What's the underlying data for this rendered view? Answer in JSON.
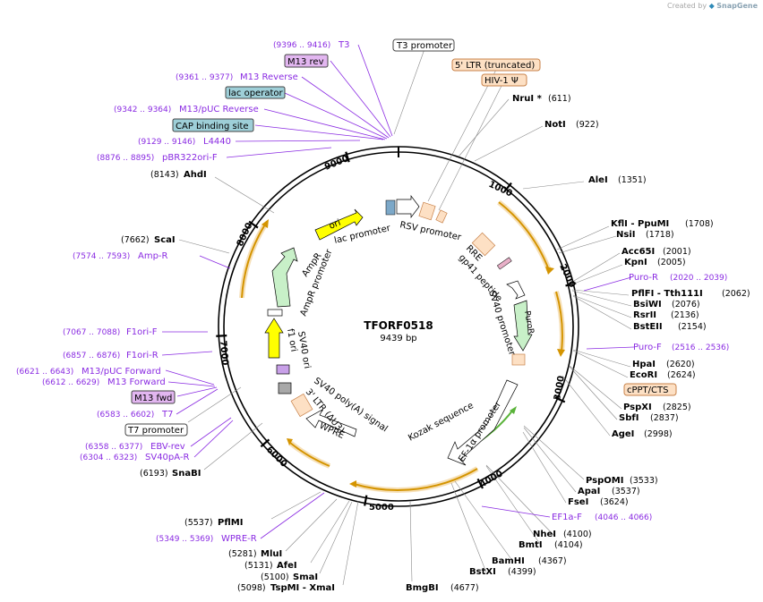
{
  "credit": {
    "prefix": "Created by",
    "brand": "SnapGene"
  },
  "plasmid": {
    "name": "TFORF0518",
    "size_label": "9439 bp",
    "length": 9439
  },
  "ticks": [
    "1000",
    "2000",
    "3000",
    "4000",
    "5000",
    "6000",
    "7000",
    "8000",
    "9000"
  ],
  "map_features": [
    {
      "label": "T3 promoter",
      "style": "box-white"
    },
    {
      "label": "5' LTR (truncated)",
      "style": "box-orange"
    },
    {
      "label": "HIV-1 Ψ",
      "style": "box-orange"
    },
    {
      "label": "cPPT/CTS",
      "style": "box-orange"
    },
    {
      "label": "T7 promoter",
      "style": "box-white"
    },
    {
      "label": "M13 rev",
      "style": "box-purple"
    },
    {
      "label": "M13 fwd",
      "style": "box-purple"
    },
    {
      "label": "lac operator",
      "style": "box-teal"
    },
    {
      "label": "CAP binding site",
      "style": "box-teal"
    }
  ],
  "inner_labels": [
    "lac promoter",
    "RSV promoter",
    "RRE",
    "gp41 peptide",
    "SV40 promoter",
    "PuroR",
    "EF-1α promoter",
    "Kozak sequence",
    "WPRE",
    "3' LTR (ΔU3)",
    "SV40 poly(A) signal",
    "SV40 ori",
    "f1 ori",
    "AmpR promoter",
    "AmpR",
    "ori"
  ],
  "enzymes": [
    {
      "name": "NruI *",
      "cut": "(611)"
    },
    {
      "name": "NotI",
      "cut": "(922)"
    },
    {
      "name": "AleI",
      "cut": "(1351)"
    },
    {
      "name": "KflI - PpuMI",
      "cut": "(1708)"
    },
    {
      "name": "NsiI",
      "cut": "(1718)"
    },
    {
      "name": "Acc65I",
      "cut": "(2001)"
    },
    {
      "name": "KpnI",
      "cut": "(2005)"
    },
    {
      "name": "PflFI - Tth111I",
      "cut": "(2062)"
    },
    {
      "name": "BsiWI",
      "cut": "(2076)"
    },
    {
      "name": "RsrII",
      "cut": "(2136)"
    },
    {
      "name": "BstEII",
      "cut": "(2154)"
    },
    {
      "name": "HpaI",
      "cut": "(2620)"
    },
    {
      "name": "EcoRI",
      "cut": "(2624)"
    },
    {
      "name": "PspXI",
      "cut": "(2825)"
    },
    {
      "name": "SbfI",
      "cut": "(2837)"
    },
    {
      "name": "AgeI",
      "cut": "(2998)"
    },
    {
      "name": "PspOMI",
      "cut": "(3533)"
    },
    {
      "name": "ApaI",
      "cut": "(3537)"
    },
    {
      "name": "FseI",
      "cut": "(3624)"
    },
    {
      "name": "NheI",
      "cut": "(4100)"
    },
    {
      "name": "BmtI",
      "cut": "(4104)"
    },
    {
      "name": "BamHI",
      "cut": "(4367)"
    },
    {
      "name": "BstXI",
      "cut": "(4399)"
    },
    {
      "name": "BmgBI",
      "cut": "(4677)"
    },
    {
      "name": "TspMI - XmaI",
      "cut": "(5098)"
    },
    {
      "name": "SmaI",
      "cut": "(5100)"
    },
    {
      "name": "AfeI",
      "cut": "(5131)"
    },
    {
      "name": "MluI",
      "cut": "(5281)"
    },
    {
      "name": "PflMI",
      "cut": "(5537)"
    },
    {
      "name": "SnaBI",
      "cut": "(6193)"
    },
    {
      "name": "ScaI",
      "cut": "(7662)"
    },
    {
      "name": "AhdI",
      "cut": "(8143)"
    }
  ],
  "primers": [
    {
      "name": "T3",
      "range": "(9396 .. 9416)"
    },
    {
      "name": "M13 Reverse",
      "range": "(9361 .. 9377)"
    },
    {
      "name": "M13/pUC Reverse",
      "range": "(9342 .. 9364)"
    },
    {
      "name": "L4440",
      "range": "(9129 .. 9146)"
    },
    {
      "name": "pBR322ori-F",
      "range": "(8876 .. 8895)"
    },
    {
      "name": "Amp-R",
      "range": "(7574 .. 7593)"
    },
    {
      "name": "F1ori-F",
      "range": "(7067 .. 7088)"
    },
    {
      "name": "F1ori-R",
      "range": "(6857 .. 6876)"
    },
    {
      "name": "M13/pUC Forward",
      "range": "(6621 .. 6643)"
    },
    {
      "name": "M13 Forward",
      "range": "(6612 .. 6629)"
    },
    {
      "name": "T7",
      "range": "(6583 .. 6602)"
    },
    {
      "name": "EBV-rev",
      "range": "(6358 .. 6377)"
    },
    {
      "name": "SV40pA-R",
      "range": "(6304 .. 6323)"
    },
    {
      "name": "WPRE-R",
      "range": "(5349 .. 5369)"
    },
    {
      "name": "Puro-R",
      "range": "(2020 .. 2039)"
    },
    {
      "name": "Puro-F",
      "range": "(2516 .. 2536)"
    },
    {
      "name": "EF1a-F",
      "range": "(4046 .. 4066)"
    }
  ],
  "colors": {
    "backbone": "#000000",
    "orf": "#d49400",
    "primer": "#8a2be2",
    "line": "#808080",
    "box_orange_fill": "#fde0c4",
    "box_orange_stroke": "#c8824a",
    "box_purple_fill": "#e2b6f0",
    "box_teal_fill": "#9ecfd8",
    "ori": "#ffff00",
    "ampr": "#c8f0c8",
    "puror": "#c8f0c8",
    "snapgene_logo": "#2e8ab8"
  }
}
